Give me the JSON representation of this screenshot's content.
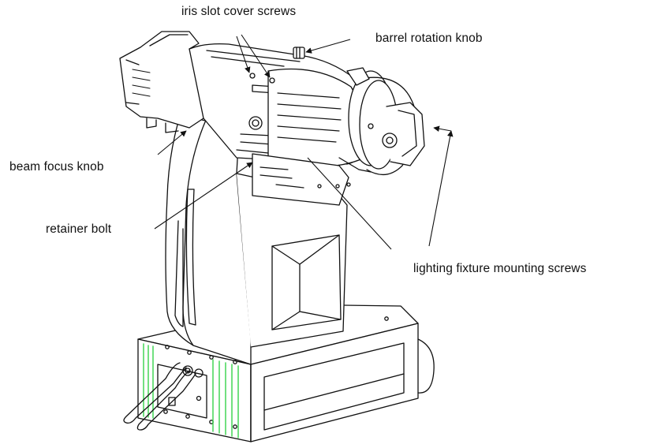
{
  "callouts": {
    "iris_slot_cover_screws": "iris slot cover screws",
    "barrel_rotation_knob": "barrel rotation knob",
    "beam_focus_knob": "beam focus knob",
    "retainer_bolt": "retainer bolt",
    "lighting_fixture_mounting_screws": "lighting fixture mounting screws"
  },
  "colors": {
    "line": "#111111",
    "accent_green": "#35d24a",
    "background": "#ffffff"
  }
}
